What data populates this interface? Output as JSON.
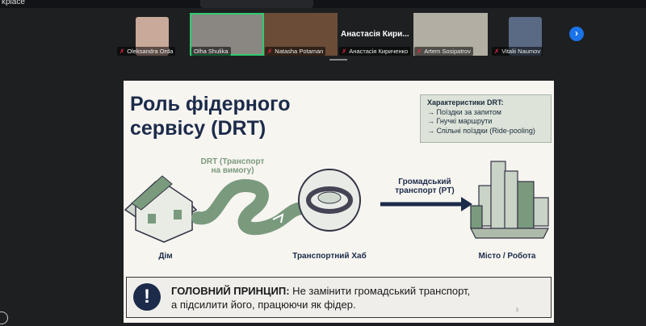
{
  "app": {
    "window_label": "kplace"
  },
  "participants": [
    {
      "name": "Oleksandra Orda"
    },
    {
      "name": "Olha Shulika"
    },
    {
      "name": "Natasha Potaman"
    },
    {
      "name": "Анастасія Кириченко",
      "display_short": "Анастасія Кири..."
    },
    {
      "name": "Artem Sosipatrov"
    },
    {
      "name": "Vitalii Naumov"
    }
  ],
  "slide": {
    "title_line1": "Роль фідерного",
    "title_line2": "сервісу (DRT)",
    "features": {
      "heading": "Характеристики DRT:",
      "items": [
        "→ Поїздки за запитом",
        "→ Гнучкі маршрути",
        "→ Спільні поїздки (Ride-pooling)"
      ]
    },
    "drt_label_line1": "DRT (Транспорт",
    "drt_label_line2": "на вимогу)",
    "pt_label_line1": "Громадський",
    "pt_label_line2": "транспорт (PT)",
    "home": "Дім",
    "hub": "Транспортний Хаб",
    "city": "Місто / Робота",
    "principle_bold": "ГОЛОВНИЙ ПРИНЦИП:",
    "principle_line1": " Не замінити громадський транспорт,",
    "principle_line2": "а підсилити його, працюючи як фідер.",
    "page_number": "3"
  },
  "colors": {
    "navy": "#1c2b4a",
    "green": "#7a9a7e",
    "active_border": "#2ecc71"
  }
}
